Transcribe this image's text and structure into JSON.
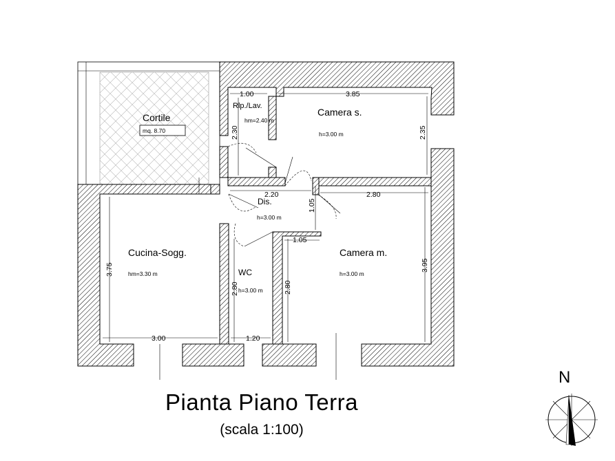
{
  "title": "Pianta Piano Terra",
  "subtitle": "(scala 1:100)",
  "compass_label": "N",
  "rooms": {
    "cortile": {
      "name": "Cortile",
      "area": "mq. 8.70"
    },
    "ripostiglio": {
      "name": "Rlp./Lav.",
      "height": "hm=2.40 m"
    },
    "camera_s": {
      "name": "Camera s.",
      "height": "h=3.00 m"
    },
    "disimpegno": {
      "name": "Dis.",
      "height": "h=3.00 m"
    },
    "cucina": {
      "name": "Cucina-Sogg.",
      "height": "hm=3.30 m"
    },
    "wc": {
      "name": "WC",
      "height": "h=3.00 m"
    },
    "camera_m": {
      "name": "Camera m.",
      "height": "h=3.00 m"
    }
  },
  "dimensions": {
    "rip_width": "1.00",
    "rip_depth": "2.30",
    "camera_s_width": "3.85",
    "camera_s_depth": "2.35",
    "dis_width": "2.20",
    "dis_depth": "1.05",
    "camera_m_width": "2.80",
    "camera_m_depth": "3.95",
    "niche_width": "1.05",
    "cucina_depth": "3.75",
    "cucina_width": "3.00",
    "wc_width": "1.20",
    "wc_depth": "2.80",
    "camera_m_wall": "2.80"
  },
  "colors": {
    "wall_hatch": "#000000",
    "background": "#ffffff"
  }
}
